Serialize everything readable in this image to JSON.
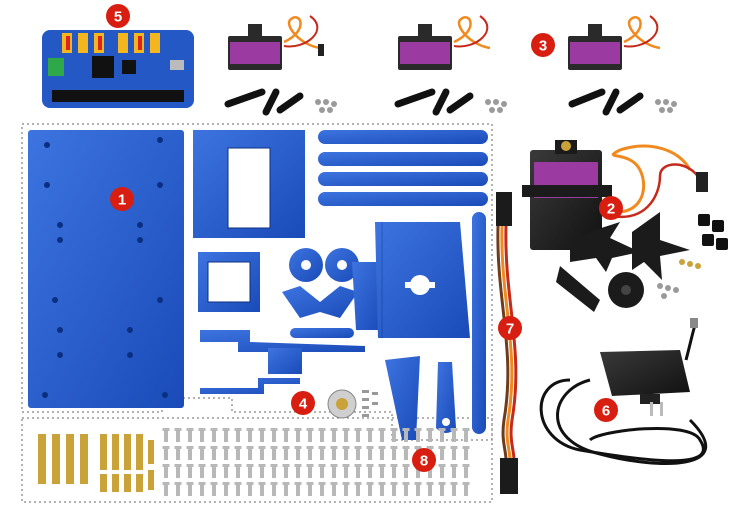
{
  "markers": [
    "1",
    "2",
    "3",
    "4",
    "5",
    "6",
    "7",
    "8"
  ],
  "colors": {
    "background": "#ffffff",
    "plate_blue": "#1f55c8",
    "plate_blue_light": "#3d74e0",
    "servo_blue": "#1f3b8a",
    "servo_black": "#1b1b1b",
    "marker_red": "#d81e10",
    "wire_orange": "#f08a1e",
    "wire_red": "#c62a1a",
    "wire_brown": "#6b3d1e",
    "hat_blue": "#2458c4",
    "brass": "#c9a23a",
    "steel": "#b8b8b8"
  },
  "parts": [
    {
      "marker": "1",
      "name": "acrylic-plates",
      "icon": "plates-icon"
    },
    {
      "marker": "2",
      "name": "mg996r-servo",
      "icon": "large-servo-icon"
    },
    {
      "marker": "3",
      "name": "micro-servos",
      "icon": "micro-servo-icon"
    },
    {
      "marker": "4",
      "name": "bearing",
      "icon": "bearing-icon"
    },
    {
      "marker": "5",
      "name": "servo-driver-hat",
      "icon": "driver-board-icon"
    },
    {
      "marker": "6",
      "name": "power-adapter",
      "icon": "power-adapter-icon"
    },
    {
      "marker": "7",
      "name": "servo-extension-cable",
      "icon": "cable-icon"
    },
    {
      "marker": "8",
      "name": "screws-and-standoffs",
      "icon": "screws-icon"
    }
  ]
}
